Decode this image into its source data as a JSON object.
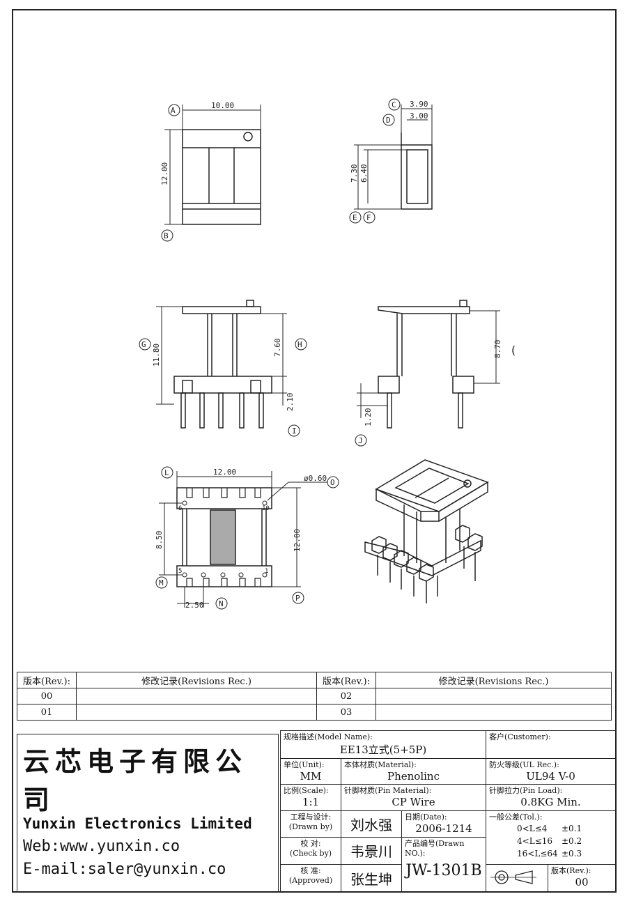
{
  "views": {
    "top": {
      "label_a": "A",
      "label_b": "B",
      "width": "10.00",
      "height": "12.00"
    },
    "side_top": {
      "label_c": "C",
      "label_d": "D",
      "label_e": "E",
      "label_f": "F",
      "dim_c": "3.90",
      "dim_d": "3.00",
      "dim_e": "7.30",
      "dim_f": "6.40"
    },
    "front": {
      "label_g": "G",
      "label_h": "H",
      "label_i": "I",
      "dim_g": "11.80",
      "dim_h": "7.60",
      "dim_i": "2.10"
    },
    "side": {
      "label_j": "J",
      "dim_k": "8.70",
      "dim_j": "1.20",
      "paren": "("
    },
    "bottom": {
      "label_l": "L",
      "label_m": "M",
      "label_n": "N",
      "label_o": "O",
      "label_p": "P",
      "dim_l": "12.00",
      "dim_o": "ø0.60",
      "dim_m": "8.50",
      "dim_n": "2.50",
      "dim_p": "12.00",
      "pin_5": "5",
      "pin_1": "1",
      "pin_6": "6",
      "pin_10": "10"
    }
  },
  "revisions": {
    "header_rev": "版本(Rev.):",
    "header_rec": "修改记录(Revisions Rec.)",
    "rows": [
      [
        "00",
        "",
        "02",
        ""
      ],
      [
        "01",
        "",
        "03",
        ""
      ]
    ]
  },
  "company": {
    "name_cn": "云芯电子有限公司",
    "name_en": "Yunxin Electronics Limited",
    "web": "Web:www.yunxin.co",
    "email": "E-mail:saler@yunxin.co"
  },
  "title_block": {
    "model_label": "规格描述(Model Name):",
    "model_value": "EE13立式(5+5P)",
    "customer_label": "客户(Customer):",
    "customer_value": "",
    "unit_label": "单位(Unit):",
    "unit_value": "MM",
    "material_label": "本体材质(Material):",
    "material_value": "Phenolinc",
    "ul_label": "防火等级(UL Rec.):",
    "ul_value": "UL94 V-0",
    "scale_label": "比例(Scale):",
    "scale_value": "1:1",
    "pin_material_label": "针脚材质(Pin Material):",
    "pin_material_value": "CP Wire",
    "pin_load_label": "针脚拉力(Pin Load):",
    "pin_load_value": "0.8KG Min.",
    "drawn_label": "工程与设计:",
    "drawn_label_en": "(Drawn by)",
    "drawn_value": "刘水强",
    "date_label": "日期(Date):",
    "date_value": "2006-1214",
    "tol_label": "一般公差(Tol.):",
    "tol_rows": [
      [
        "0<L≤4",
        "±0.1"
      ],
      [
        "4<L≤16",
        "±0.2"
      ],
      [
        "16<L≤64",
        "±0.3"
      ]
    ],
    "check_label": "校  对:",
    "check_label_en": "(Check by)",
    "check_value": "韦景川",
    "drawn_no_label": "产品编号(Drawn NO.):",
    "drawn_no_value": "JW-1301B",
    "approve_label": "核  准:",
    "approve_label_en": "(Approved)",
    "approve_value": "张生坤",
    "rev_label": "版本(Rev.):",
    "rev_value": "00"
  }
}
